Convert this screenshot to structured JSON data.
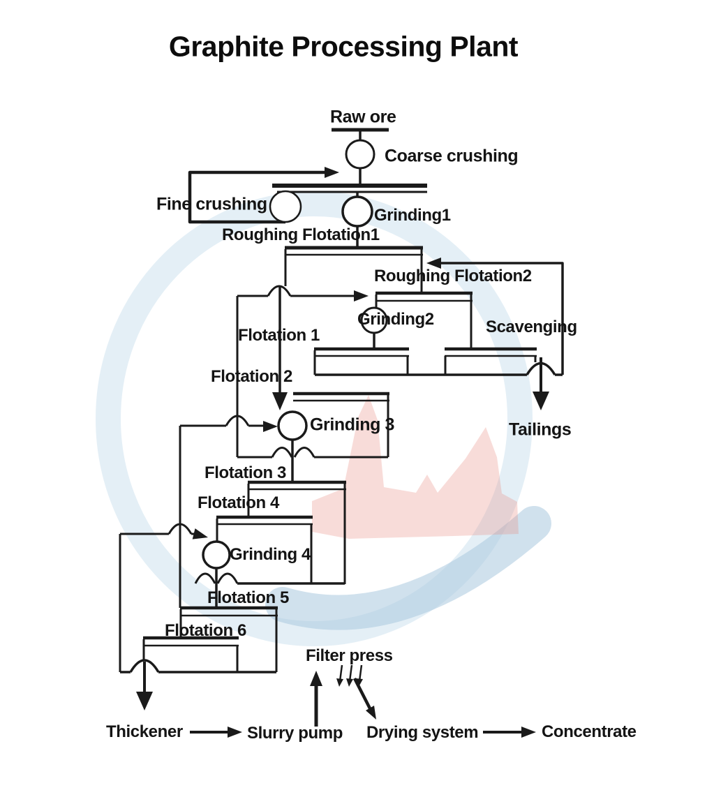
{
  "title": "Graphite Processing Plant",
  "labels": {
    "raw_ore": "Raw ore",
    "coarse_crushing": "Coarse crushing",
    "fine_crushing": "Fine crushing",
    "grinding1": "Grinding1",
    "roughing_flotation1": "Roughing Flotation1",
    "roughing_flotation2": "Roughing Flotation2",
    "grinding2": "Grinding2",
    "scavenging": "Scavenging",
    "flotation_1": "Flotation 1",
    "flotation_2": "Flotation 2",
    "grinding_3": "Grinding 3",
    "tailings": "Tailings",
    "flotation_3": "Flotation 3",
    "flotation_4": "Flotation 4",
    "grinding_4": "Grinding 4",
    "flotation_5": "Flotation 5",
    "flotation_6": "Flotation 6",
    "filter_press": "Filter press",
    "thickener": "Thickener",
    "slurry_pump": "Slurry pump",
    "drying_system": "Drying system",
    "concentrate": "Concentrate"
  },
  "colors": {
    "line": "#1a1a1a",
    "text": "#141414",
    "background": "#ffffff",
    "watermark_ring_blue": "#aecde4",
    "watermark_swoosh_blue": "#a9c8de",
    "watermark_logo_red": "#e98c80"
  }
}
